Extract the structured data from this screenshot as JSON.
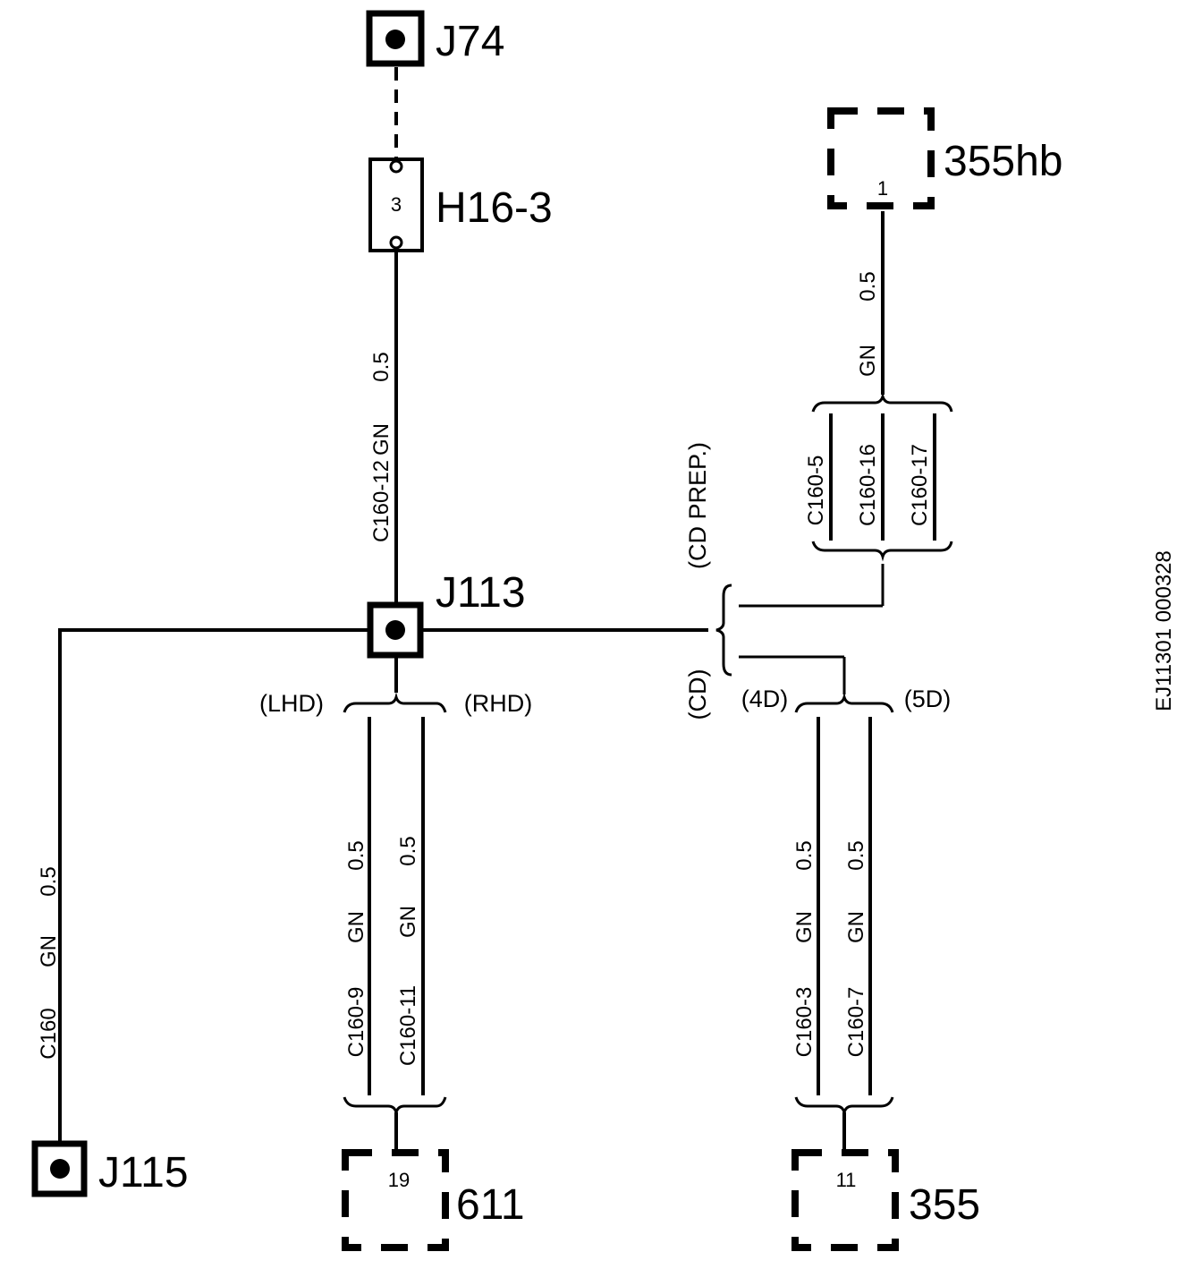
{
  "components": {
    "j74": "J74",
    "h16_3": "H16-3",
    "h16_3_pin": "3",
    "j113": "J113",
    "j115": "J115",
    "c355hb": "355hb",
    "c355hb_pin": "1",
    "c611": "611",
    "c611_pin": "19",
    "c355": "355",
    "c355_pin": "11"
  },
  "variants": {
    "lhd": "(LHD)",
    "rhd": "(RHD)",
    "cd_prep": "(CD PREP.)",
    "cd": "(CD)",
    "d4": "(4D)",
    "d5": "(5D)"
  },
  "wires": {
    "main": {
      "connector": "C160-12",
      "color": "GN",
      "size": "0.5"
    },
    "j115": {
      "connector": "C160",
      "color": "GN",
      "size": "0.5"
    },
    "lhd": {
      "connector": "C160-9",
      "color": "GN",
      "size": "0.5"
    },
    "rhd": {
      "connector": "C160-11",
      "color": "GN",
      "size": "0.5"
    },
    "d4": {
      "connector": "C160-3",
      "color": "GN",
      "size": "0.5"
    },
    "d5": {
      "connector": "C160-7",
      "color": "GN",
      "size": "0.5"
    },
    "hb": {
      "color": "GN",
      "size": "0.5",
      "connectors": [
        "C160-5",
        "C160-16",
        "C160-17"
      ]
    }
  },
  "reference_id": "EJ11301 000328"
}
